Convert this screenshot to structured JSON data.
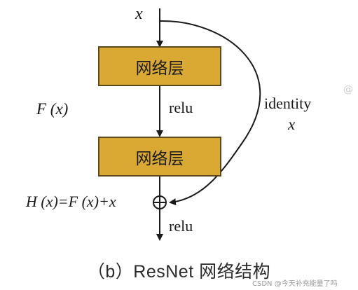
{
  "diagram": {
    "input_label": "x",
    "layer1_label": "网络层",
    "layer2_label": "网络层",
    "fx_label": "F (x)",
    "relu_mid_label": "relu",
    "identity_label": "identity",
    "identity_x_label": "x",
    "hx_label": "H (x)=F (x)+x",
    "relu_out_label": "relu",
    "caption": "（b）ResNet 网络结构"
  },
  "watermark": {
    "side_symbol": "@",
    "text": "CSDN @今天补充能量了吗"
  },
  "colors": {
    "box_fill": "#d9a934",
    "box_border": "#5a4a1e",
    "line": "#1a1a1a"
  }
}
